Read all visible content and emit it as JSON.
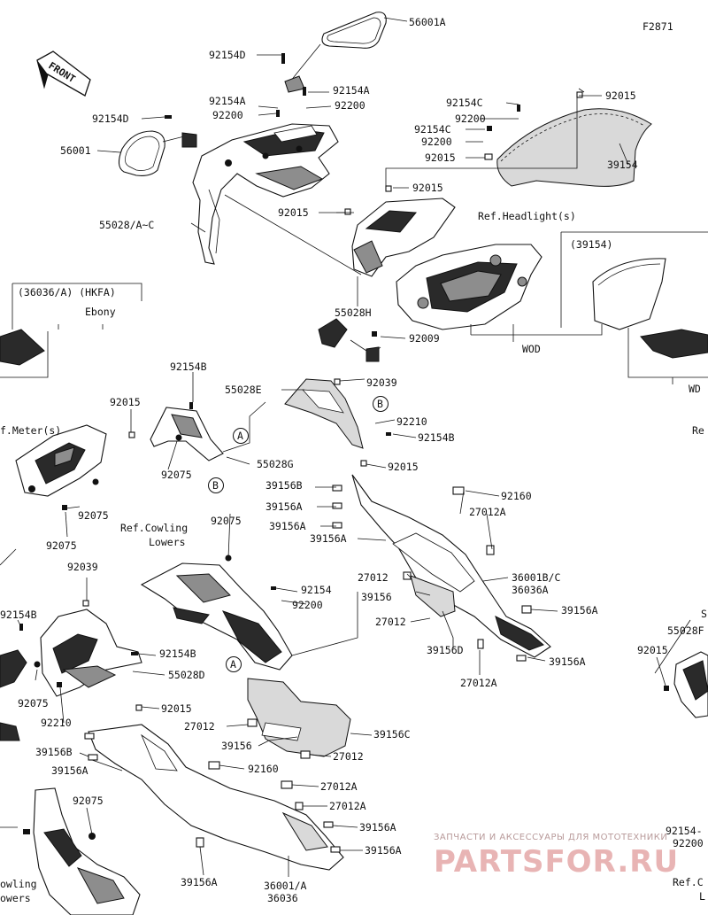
{
  "figure_code": "F2871",
  "front_badge": "FRONT",
  "labels": [
    {
      "text": "56001A"
    },
    {
      "text": "92154D"
    },
    {
      "text": "92154A"
    },
    {
      "text": "92154A"
    },
    {
      "text": "92200"
    },
    {
      "text": "92200"
    },
    {
      "text": "92154D"
    },
    {
      "text": "56001"
    },
    {
      "text": "55028/A~C"
    },
    {
      "text": "92154C"
    },
    {
      "text": "92015"
    },
    {
      "text": "92200"
    },
    {
      "text": "92154C"
    },
    {
      "text": "92200"
    },
    {
      "text": "92015"
    },
    {
      "text": "39154"
    },
    {
      "text": "92015"
    },
    {
      "text": "92015"
    },
    {
      "text": "Ref.Headlight(s)"
    },
    {
      "text": "(39154)"
    },
    {
      "text": "55028H"
    },
    {
      "text": "92009"
    },
    {
      "text": "WOD"
    },
    {
      "text": "WD"
    },
    {
      "text": "(36036/A) (HKFA)"
    },
    {
      "text": "Ebony"
    },
    {
      "text": "92154B"
    },
    {
      "text": "55028E"
    },
    {
      "text": "92039"
    },
    {
      "text": "92015"
    },
    {
      "text": "f.Meter(s)"
    },
    {
      "text": "92210"
    },
    {
      "text": "92154B"
    },
    {
      "text": "92075"
    },
    {
      "text": "55028G"
    },
    {
      "text": "92015"
    },
    {
      "text": "92075"
    },
    {
      "text": "92075"
    },
    {
      "text": "Re"
    },
    {
      "text": "39156B"
    },
    {
      "text": "92160"
    },
    {
      "text": "39156A"
    },
    {
      "text": "27012A"
    },
    {
      "text": "39156A"
    },
    {
      "text": "39156A"
    },
    {
      "text": "92075"
    },
    {
      "text": "Ref.Cowling"
    },
    {
      "text": "Lowers"
    },
    {
      "text": "27012"
    },
    {
      "text": "36001B/C"
    },
    {
      "text": "36036A"
    },
    {
      "text": "92039"
    },
    {
      "text": "92154"
    },
    {
      "text": "39156"
    },
    {
      "text": "39156A"
    },
    {
      "text": "92200"
    },
    {
      "text": "27012"
    },
    {
      "text": "92154B"
    },
    {
      "text": "92154B"
    },
    {
      "text": "39156D"
    },
    {
      "text": "39156A"
    },
    {
      "text": "55028D"
    },
    {
      "text": "27012A"
    },
    {
      "text": "55028F"
    },
    {
      "text": "92015"
    },
    {
      "text": "92075"
    },
    {
      "text": "92015"
    },
    {
      "text": "92210"
    },
    {
      "text": "27012"
    },
    {
      "text": "39156C"
    },
    {
      "text": "39156B"
    },
    {
      "text": "39156"
    },
    {
      "text": "27012"
    },
    {
      "text": "39156A"
    },
    {
      "text": "92160"
    },
    {
      "text": "27012A"
    },
    {
      "text": "27012A"
    },
    {
      "text": "92075"
    },
    {
      "text": "39156A"
    },
    {
      "text": "39156A"
    },
    {
      "text": "39156A"
    },
    {
      "text": "36001/A"
    },
    {
      "text": "36036"
    },
    {
      "text": "owling"
    },
    {
      "text": "owers"
    },
    {
      "text": "92154-"
    },
    {
      "text": "92200"
    },
    {
      "text": "Ref.C"
    },
    {
      "text": "L"
    },
    {
      "text": "S"
    }
  ],
  "callouts": [
    {
      "text": "A"
    },
    {
      "text": "B"
    },
    {
      "text": "A"
    },
    {
      "text": "B"
    }
  ],
  "watermark": {
    "caption": "ЗАПЧАСТИ И АКСЕССУАРЫ ДЛЯ МОТОТЕХНИКИ",
    "brand": "PARTSFOR.RU"
  }
}
